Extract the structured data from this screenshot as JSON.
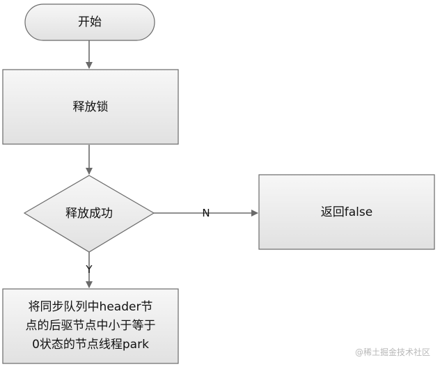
{
  "nodes": {
    "start": "开始",
    "release_lock": "释放锁",
    "release_success": "释放成功",
    "return_false": "返回false",
    "process_lines": [
      "将同步队列中header节",
      "点的后驱节点中小于等于",
      "0状态的节点线程park"
    ]
  },
  "edges": {
    "no_label": "N",
    "yes_label": "Y"
  },
  "watermark": "@稀土掘金技术社区",
  "colors": {
    "fill_light": "#f6f6f6",
    "fill_dark": "#e2e2e2",
    "stroke": "#6a6a6a"
  }
}
